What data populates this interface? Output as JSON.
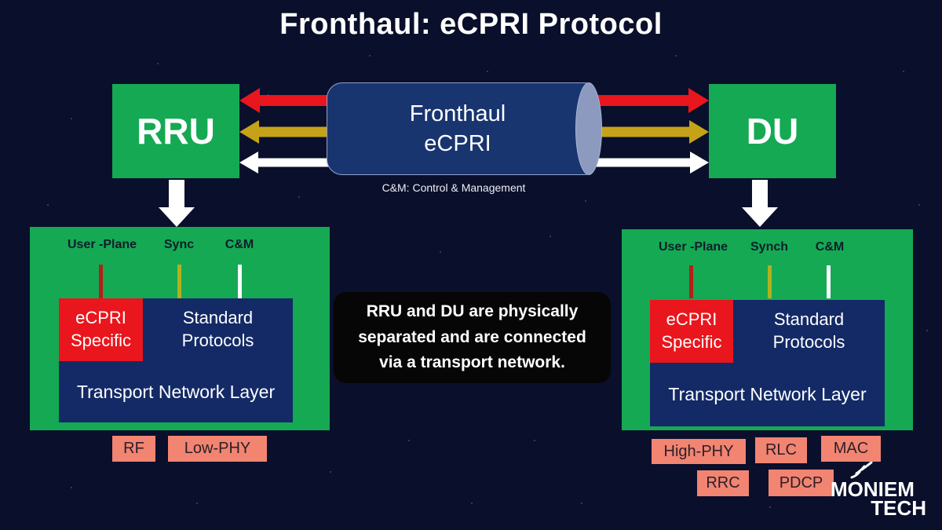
{
  "title": "Fronthaul: eCPRI Protocol",
  "rru": {
    "label": "RRU"
  },
  "du": {
    "label": "DU"
  },
  "cylinder": {
    "line1": "Fronthaul",
    "line2": "eCPRI"
  },
  "legend": "C&M: Control & Management",
  "callout": {
    "line1": "RRU and DU are physically",
    "line2": "separated and are connected",
    "line3": "via a transport network."
  },
  "left_panel": {
    "user_plane_label": "User -Plane",
    "sync_label": "Sync",
    "cm_label": "C&M",
    "ecpri_line1": "eCPRI",
    "ecpri_line2": "Specific",
    "standard_line1": "Standard",
    "standard_line2": "Protocols",
    "transport_label": "Transport Network Layer",
    "chips": [
      "RF",
      "Low-PHY"
    ]
  },
  "right_panel": {
    "user_plane_label": "User -Plane",
    "sync_label": "Synch",
    "cm_label": "C&M",
    "ecpri_line1": "eCPRI",
    "ecpri_line2": "Specific",
    "standard_line1": "Standard",
    "standard_line2": "Protocols",
    "transport_label": "Transport Network Layer",
    "chips_row1": [
      "High-PHY",
      "RLC",
      "MAC"
    ],
    "chips_row2": [
      "RRC",
      "PDCP"
    ]
  },
  "logo": {
    "line1": "MONIEM",
    "line2": "TECH"
  },
  "colors": {
    "background": "#0a0f2b",
    "green": "#15a954",
    "navy": "#132a66",
    "cylinder_body": "#183570",
    "cylinder_cap": "#8b9abe",
    "red": "#e9161d",
    "yellow": "#c5a318",
    "salmon": "#f28472",
    "callout_black": "#060606",
    "white": "#ffffff"
  }
}
